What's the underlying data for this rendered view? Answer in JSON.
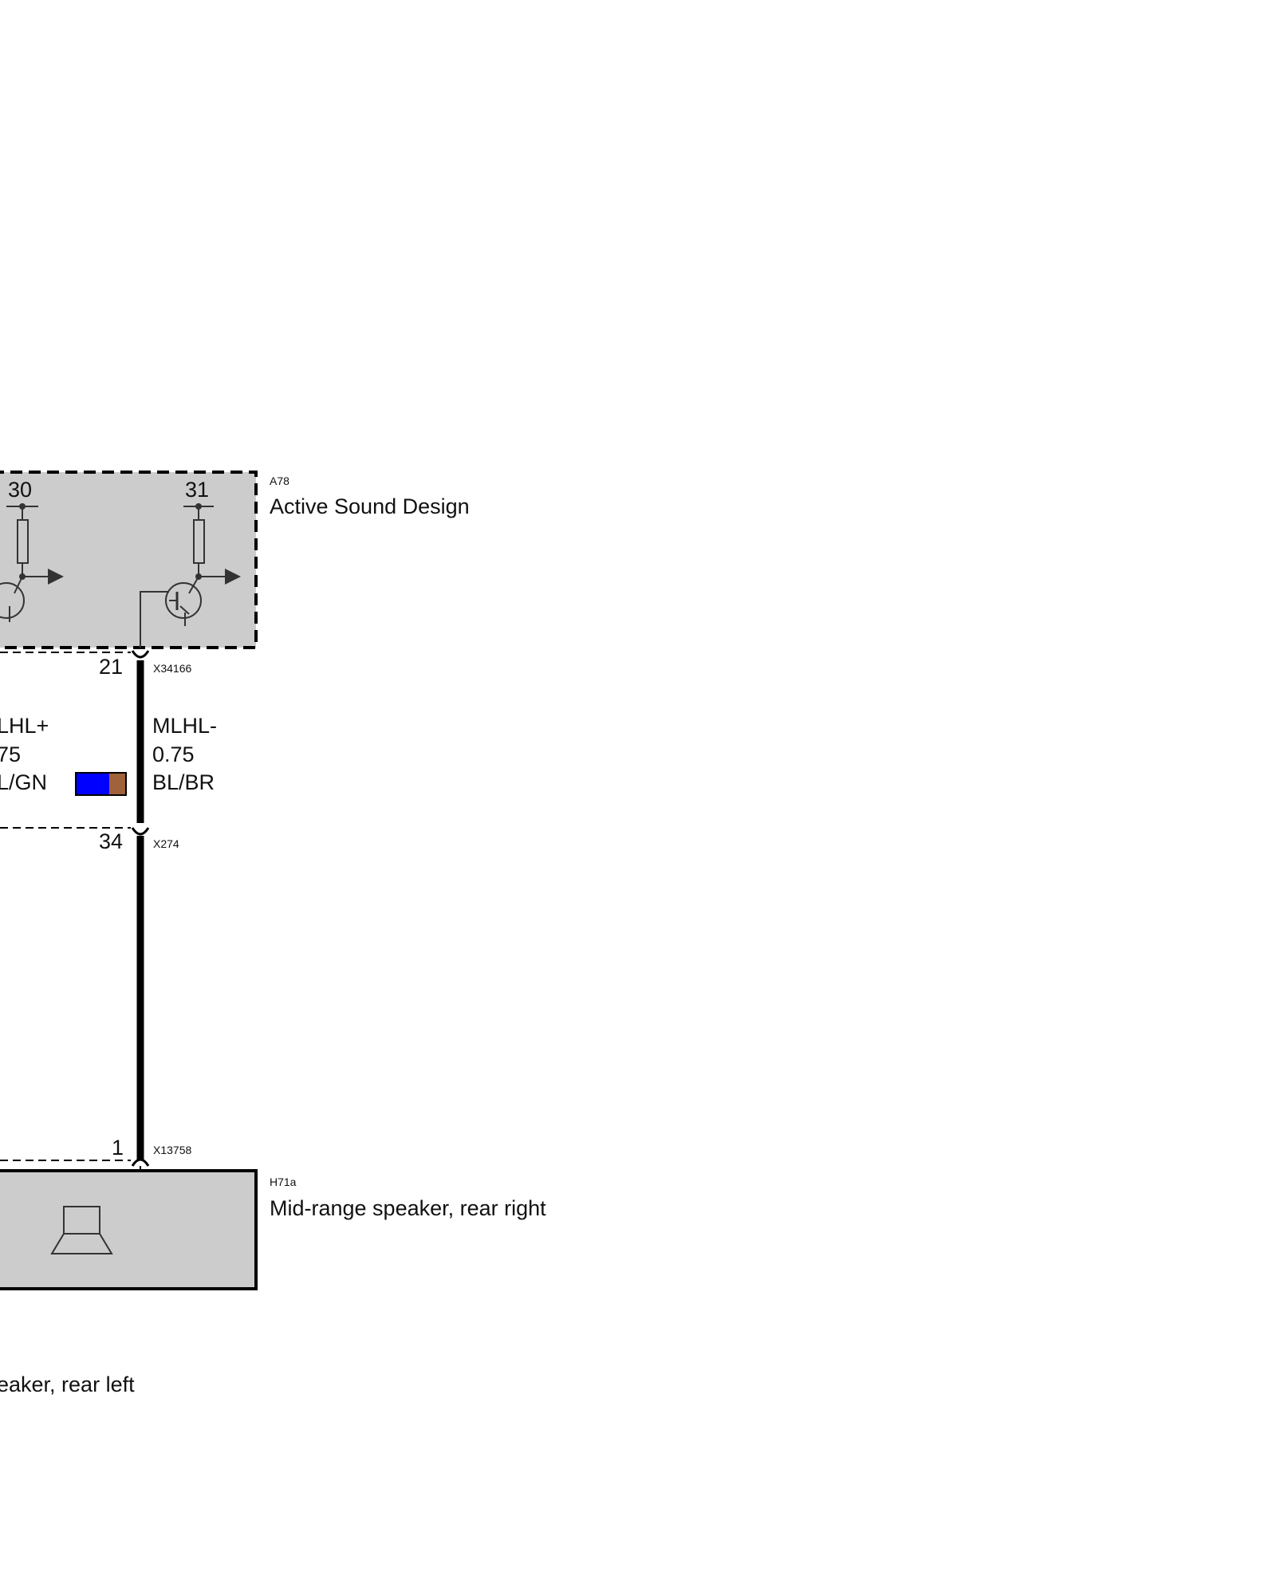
{
  "components": {
    "asd": {
      "ref": "A78",
      "name": "Active Sound Design",
      "pins": {
        "left": "30",
        "right": "31"
      }
    },
    "speaker_right": {
      "ref": "H71a",
      "name": "Mid-range speaker, rear right"
    },
    "speaker_left": {
      "name_fragment": "eaker, rear left"
    }
  },
  "connectors": {
    "upper": {
      "id": "X34166",
      "pin": "21"
    },
    "middle": {
      "id": "X274",
      "pin": "34"
    },
    "lower": {
      "id": "X13758",
      "pin": "1"
    }
  },
  "wires": {
    "left": {
      "signal": "LHL+",
      "size": "75",
      "color_code": "L/GN"
    },
    "right": {
      "signal": "MLHL-",
      "size": "0.75",
      "color_code": "BL/BR"
    }
  },
  "colors": {
    "box_fill": "#cccccc",
    "wire": "#000000",
    "wire_color_blue": "#0000ff",
    "wire_color_brown": "#a0623a"
  }
}
